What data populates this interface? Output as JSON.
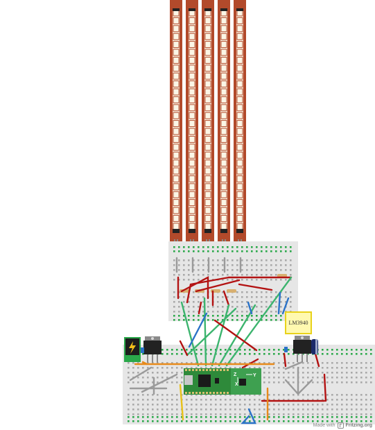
{
  "footer": {
    "made_with": "Made with",
    "brand": "Fritzing.org"
  },
  "regulator_label": "LM3940",
  "colors": {
    "sensor_strip": "#b24a2b",
    "sensor_inner": "#fbf6e6",
    "breadboard": "#e6e6e6",
    "hole": "#a9a9a9",
    "rail_hole": "#2aa84a",
    "wire_red": "#b31212",
    "wire_green": "#3cb46e",
    "wire_blue": "#2a72c8",
    "wire_grey": "#9a9a9a",
    "wire_orange": "#e88a1a",
    "wire_yellow": "#e8c21a",
    "teensy": "#2e8a3a",
    "accelerometer": "#3ea050",
    "ic_label_bg": "#fff9b0"
  },
  "components": [
    "flex-sensor-1",
    "flex-sensor-2",
    "flex-sensor-3",
    "flex-sensor-4",
    "flex-sensor-5",
    "upper-breadboard",
    "lower-breadboard",
    "dc-barrel-jack",
    "voltage-regulator-left",
    "voltage-regulator-right",
    "capacitor",
    "teensy-board",
    "accelerometer-breakout"
  ]
}
